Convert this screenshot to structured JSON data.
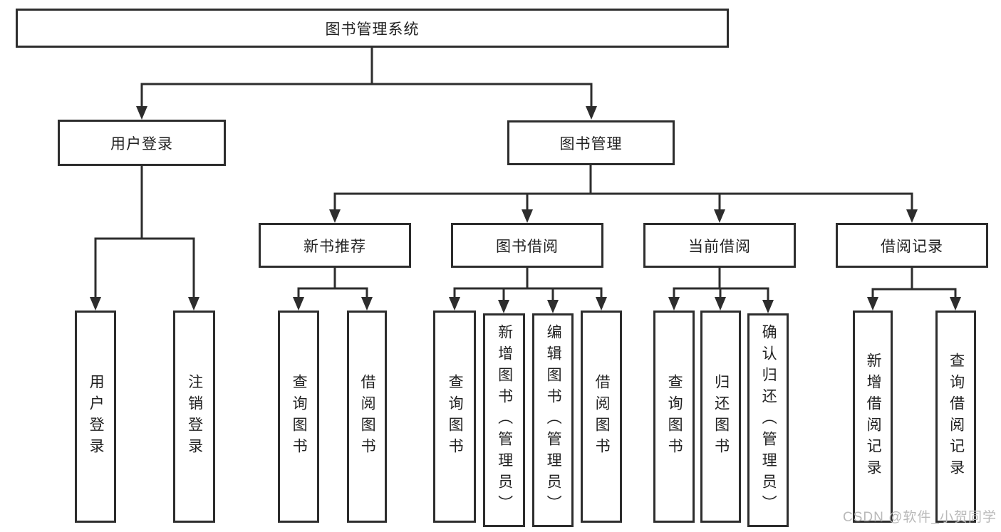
{
  "diagram": {
    "type": "function-structure-tree",
    "tree": {
      "root": {
        "label": "图书管理系统"
      },
      "branches": [
        {
          "label": "用户登录",
          "leaves": [
            {
              "label": "用户登录"
            },
            {
              "label": "注销登录"
            }
          ]
        },
        {
          "label": "图书管理",
          "groups": [
            {
              "label": "新书推荐",
              "leaves": [
                {
                  "label": "查询图书"
                },
                {
                  "label": "借阅图书"
                }
              ]
            },
            {
              "label": "图书借阅",
              "leaves": [
                {
                  "label": "查询图书"
                },
                {
                  "label": "新增图书（管理员）"
                },
                {
                  "label": "编辑图书（管理员）"
                },
                {
                  "label": "借阅图书"
                }
              ]
            },
            {
              "label": "当前借阅",
              "leaves": [
                {
                  "label": "查询图书"
                },
                {
                  "label": "归还图书"
                },
                {
                  "label": "确认归还（管理员）"
                }
              ]
            },
            {
              "label": "借阅记录",
              "leaves": [
                {
                  "label": "新增借阅记录"
                },
                {
                  "label": "查询借阅记录"
                }
              ]
            }
          ]
        }
      ]
    },
    "colors": {
      "line": "#2d2d2d",
      "box_border": "#2d2d2d",
      "text": "#222222",
      "background": "#ffffff",
      "watermark": "#b9b9b9"
    }
  },
  "watermark": {
    "text": "CSDN @软件_小贺同学"
  }
}
